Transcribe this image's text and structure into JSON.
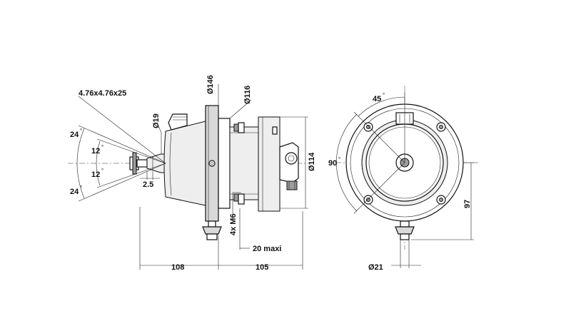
{
  "dimensions": {
    "square_key": "4.76x4.76x25",
    "diameter_146": "Ø146",
    "diameter_116": "Ø116",
    "diameter_19": "Ø19",
    "diameter_114": "Ø114",
    "diameter_21": "Ø21",
    "angle_24_top": "24",
    "angle_12_top": "12",
    "angle_12_bottom": "12",
    "angle_24_bottom": "24",
    "offset_2_5": "2.5",
    "bolt_m6": "4x M6",
    "max_20": "20 maxi",
    "length_108": "108",
    "length_105": "105",
    "angle_45": "45",
    "angle_90": "90",
    "height_97": "97",
    "degree_symbol": "°"
  }
}
